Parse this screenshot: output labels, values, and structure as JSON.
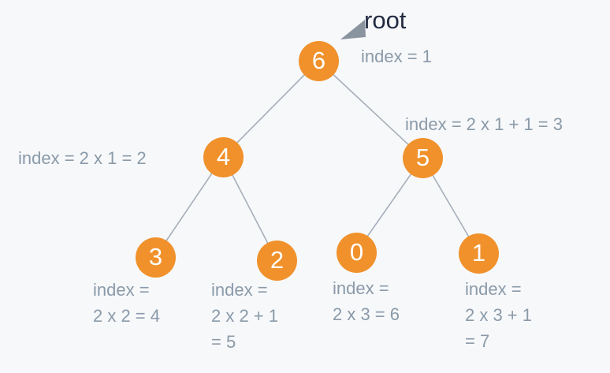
{
  "diagram": {
    "type": "binary-tree",
    "description_visible": false
  },
  "colors": {
    "background": "#f7f8fa",
    "node_fill": "#f0912b",
    "node_text": "#ffffff",
    "annotation_text": "#8a9aa9",
    "edge": "#a6afb9",
    "root_text": "#222b42",
    "arrow": "#8a949f"
  },
  "root_pointer": {
    "label": "root"
  },
  "nodes": [
    {
      "value": "6",
      "annotation": "index = 1"
    },
    {
      "value": "4",
      "annotation": "index = 2 x 1 = 2"
    },
    {
      "value": "5",
      "annotation": "index = 2 x 1 + 1 = 3"
    },
    {
      "value": "3",
      "annotation": "index =\n2 x 2 = 4"
    },
    {
      "value": "2",
      "annotation": "index =\n2 x 2 + 1\n= 5"
    },
    {
      "value": "0",
      "annotation": "index =\n2 x 3 = 6"
    },
    {
      "value": "1",
      "annotation": "index =\n2 x 3 + 1\n= 7"
    }
  ],
  "edges": [
    {
      "from": "6",
      "to": "4"
    },
    {
      "from": "6",
      "to": "5"
    },
    {
      "from": "4",
      "to": "3"
    },
    {
      "from": "4",
      "to": "2"
    },
    {
      "from": "5",
      "to": "0"
    },
    {
      "from": "5",
      "to": "1"
    }
  ]
}
